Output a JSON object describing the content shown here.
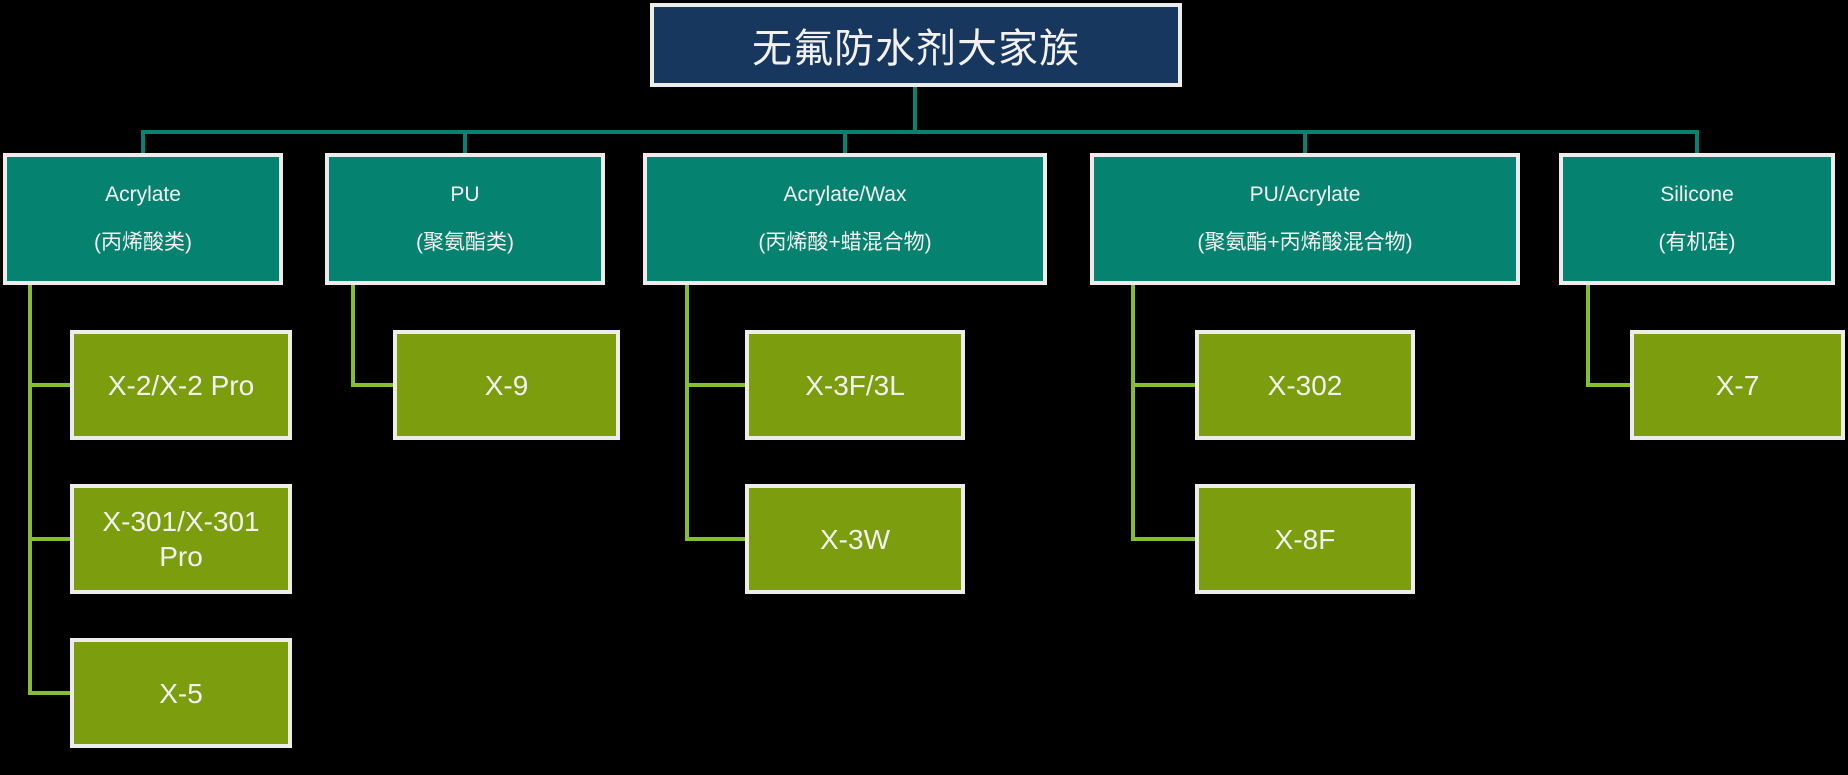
{
  "colors": {
    "navy": "#17375E",
    "teal": "#068270",
    "olive": "#7C9D0E",
    "green-line": "#86BE33",
    "border": "#EDECEA",
    "text": "#F2F1EF",
    "bg": "#000000"
  },
  "root": {
    "label": "无氟防水剂大家族"
  },
  "categories": [
    {
      "title": "Acrylate",
      "subtitle": "(丙烯酸类)",
      "children": [
        {
          "label": "X-2/X-2 Pro"
        },
        {
          "label": "X-301/X-301 Pro"
        },
        {
          "label": "X-5"
        }
      ]
    },
    {
      "title": "PU",
      "subtitle": "(聚氨酯类)",
      "children": [
        {
          "label": "X-9"
        }
      ]
    },
    {
      "title": "Acrylate/Wax",
      "subtitle": "(丙烯酸+蜡混合物)",
      "children": [
        {
          "label": "X-3F/3L"
        },
        {
          "label": "X-3W"
        }
      ]
    },
    {
      "title": "PU/Acrylate",
      "subtitle": "(聚氨酯+丙烯酸混合物)",
      "children": [
        {
          "label": "X-302"
        },
        {
          "label": "X-8F"
        }
      ]
    },
    {
      "title": "Silicone",
      "subtitle": "(有机硅)",
      "children": [
        {
          "label": "X-7"
        }
      ]
    }
  ]
}
